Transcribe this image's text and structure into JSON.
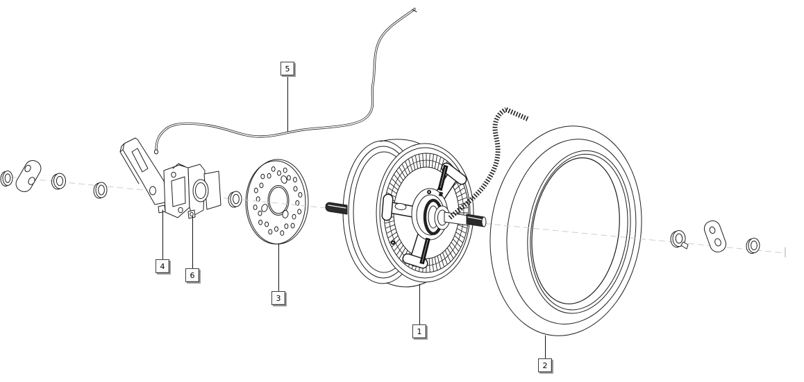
{
  "diagram": {
    "background": "#ffffff",
    "line_color": "#1c1c1c",
    "centerline_color": "#cccccc",
    "callout_face": "#fcfcfc",
    "callout_shadow": "#9d9d9d",
    "callouts": [
      {
        "number": "1"
      },
      {
        "number": "2"
      },
      {
        "number": "3"
      },
      {
        "number": "4"
      },
      {
        "number": "5"
      },
      {
        "number": "6"
      }
    ]
  }
}
